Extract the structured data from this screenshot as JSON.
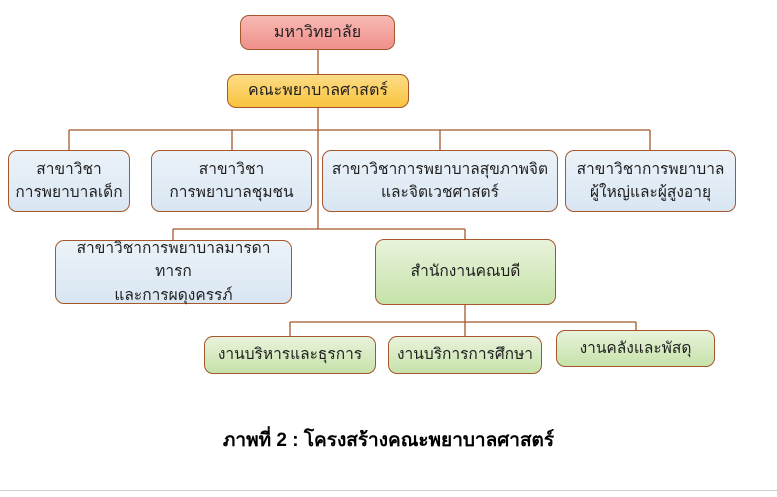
{
  "diagram": {
    "nodes": {
      "university": "มหาวิทยาลัย",
      "faculty": "คณะพยาบาลศาสตร์",
      "pediatric": "สาขาวิชา\nการพยาบาลเด็ก",
      "community": "สาขาวิชา\nการพยาบาลชุมชน",
      "psychiatric": "สาขาวิชาการพยาบาลสุขภาพจิต\nและจิตเวชศาสตร์",
      "adult_elderly": "สาขาวิชาการพยาบาล\nผู้ใหญ่และผู้สูงอายุ",
      "maternal": "สาขาวิชาการพยาบาลมารดาทารก\nและการผดุงครรภ์",
      "dean_office": "สำนักงานคณบดี",
      "admin_unit": "งานบริหารและธุรการ",
      "education_unit": "งานบริการการศึกษา",
      "finance_unit": "งานคลังและพัสดุ"
    },
    "caption": "ภาพที่ 2  :  โครงสร้างคณะพยาบาลศาสตร์"
  },
  "colors": {
    "connector": "#a5572b",
    "border": "#a5572b",
    "pink_top": "#f8bab5",
    "pink_bottom": "#ef8f8a",
    "yellow_top": "#fddc85",
    "yellow_bottom": "#f9c33e",
    "blue_top": "#ecf3f9",
    "blue_bottom": "#d9e6f2",
    "green_top": "#e9f3dc",
    "green_bottom": "#c6e2a9",
    "text": "#1f1f1f"
  }
}
